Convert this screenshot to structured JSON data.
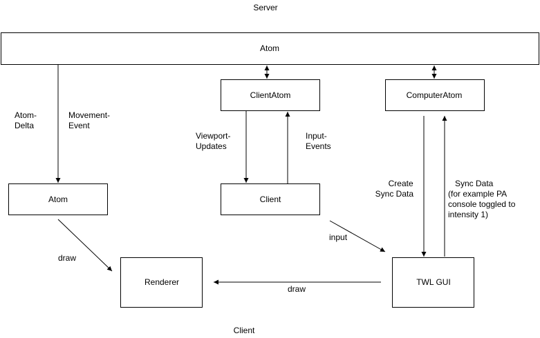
{
  "labels": {
    "server": "Server",
    "client": "Client"
  },
  "boxes": {
    "atom_server": "Atom",
    "client_atom": "ClientAtom",
    "computer_atom": "ComputerAtom",
    "atom_client": "Atom",
    "client": "Client",
    "renderer": "Renderer",
    "twl_gui": "TWL GUI"
  },
  "edges": {
    "atom_delta": [
      "Atom-",
      "Delta"
    ],
    "movement_event": [
      "Movement-",
      "Event"
    ],
    "viewport_updates": [
      "Viewport-",
      "Updates"
    ],
    "input_events": [
      "Input-",
      "Events"
    ],
    "create_sync_data": [
      "Create",
      "Sync Data"
    ],
    "sync_data_note": [
      "Sync Data",
      "(for example PA",
      "console toggled to",
      "intensity 1)"
    ],
    "draw_atom": "draw",
    "input": "input",
    "draw_gui": "draw"
  }
}
